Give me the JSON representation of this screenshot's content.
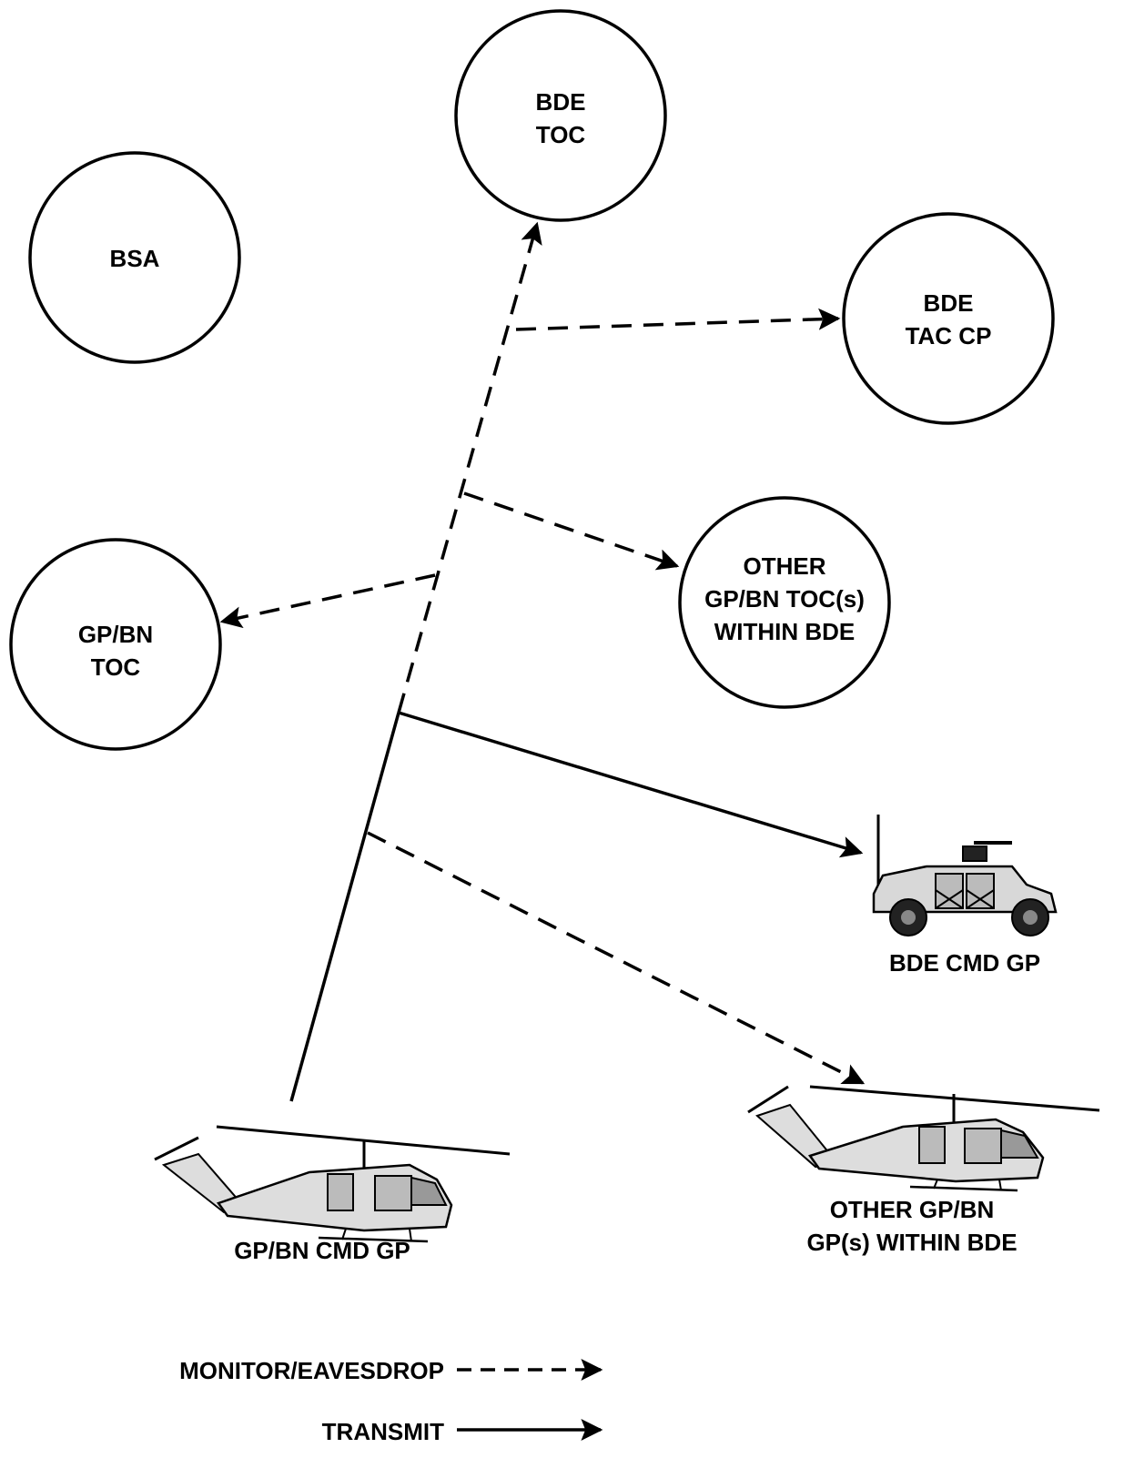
{
  "nodes": {
    "bde_toc": [
      "BDE",
      "TOC"
    ],
    "bsa": [
      "BSA"
    ],
    "bde_tac_cp": [
      "BDE",
      "TAC CP"
    ],
    "other_gp_bn_toc": [
      "OTHER",
      "GP/BN TOC(s)",
      "WITHIN BDE"
    ],
    "gp_bn_toc": [
      "GP/BN",
      "TOC"
    ]
  },
  "units": {
    "bde_cmd_gp": "BDE CMD GP",
    "gp_bn_cmd_gp": "GP/BN CMD GP",
    "other_gp_bn_gp": [
      "OTHER GP/BN",
      "GP(s) WITHIN BDE"
    ]
  },
  "legend": {
    "monitor": "MONITOR/EAVESDROP",
    "transmit": "TRANSMIT"
  },
  "colors": {
    "line": "#000000",
    "background": "#ffffff",
    "vehicle_fill": "#d8d8d8"
  },
  "icons": {
    "command_vehicle": "humvee-icon",
    "helicopter": "helicopter-icon"
  }
}
